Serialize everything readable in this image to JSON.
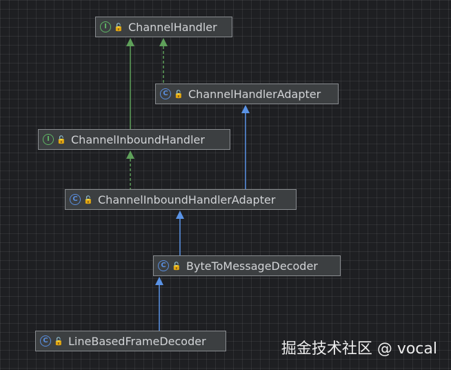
{
  "nodes": [
    {
      "id": "channel-handler",
      "kind": "interface",
      "icon_letter": "I",
      "label": "ChannelHandler"
    },
    {
      "id": "channel-handler-adapter",
      "kind": "class",
      "icon_letter": "C",
      "label": "ChannelHandlerAdapter"
    },
    {
      "id": "channel-inbound-handler",
      "kind": "interface",
      "icon_letter": "I",
      "label": "ChannelInboundHandler"
    },
    {
      "id": "channel-inbound-handler-adapter",
      "kind": "class",
      "icon_letter": "C",
      "label": "ChannelInboundHandlerAdapter"
    },
    {
      "id": "byte-to-message-decoder",
      "kind": "class",
      "icon_letter": "C",
      "label": "ByteToMessageDecoder"
    },
    {
      "id": "line-based-frame-decoder",
      "kind": "class",
      "icon_letter": "C",
      "label": "LineBasedFrameDecoder"
    }
  ],
  "edges": [
    {
      "from": "channel-inbound-handler",
      "to": "channel-handler",
      "type": "extends"
    },
    {
      "from": "channel-handler-adapter",
      "to": "channel-handler",
      "type": "implements"
    },
    {
      "from": "channel-inbound-handler-adapter",
      "to": "channel-handler-adapter",
      "type": "extends"
    },
    {
      "from": "channel-inbound-handler-adapter",
      "to": "channel-inbound-handler",
      "type": "implements"
    },
    {
      "from": "byte-to-message-decoder",
      "to": "channel-inbound-handler-adapter",
      "type": "extends"
    },
    {
      "from": "line-based-frame-decoder",
      "to": "byte-to-message-decoder",
      "type": "extends"
    }
  ],
  "colors": {
    "interface_edge": "#5fa05a",
    "class_edge": "#5a93e6"
  },
  "watermark": "掘金技术社区 @ vocal"
}
